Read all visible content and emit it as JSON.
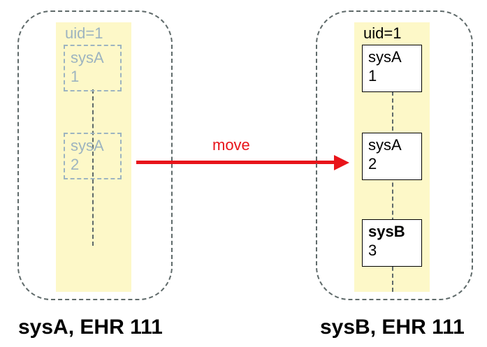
{
  "left_system": {
    "caption": "sysA, EHR 111",
    "uid_label": "uid=1",
    "nodes": [
      {
        "name": "sysA",
        "number": "1"
      },
      {
        "name": "sysA",
        "number": "2"
      }
    ]
  },
  "right_system": {
    "caption": "sysB, EHR 111",
    "uid_label": "uid=1",
    "nodes": [
      {
        "name": "sysA",
        "number": "1"
      },
      {
        "name": "sysA",
        "number": "2"
      },
      {
        "name": "sysB",
        "number": "3"
      }
    ]
  },
  "transfer": {
    "label": "move"
  },
  "colors": {
    "arrow": "#e8141a",
    "lane_fill": "#fdf8c8",
    "ghost_text": "#9db4c0",
    "border": "#5f6a6a"
  }
}
